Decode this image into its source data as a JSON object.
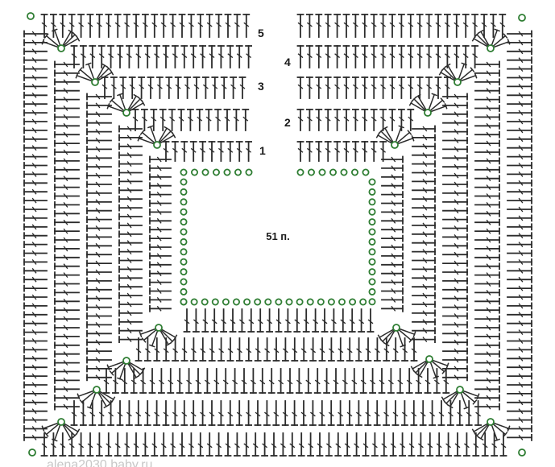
{
  "diagram": {
    "center_label": "51 п.",
    "row_labels": [
      {
        "text": "1",
        "color": "#c0392b"
      },
      {
        "text": "2",
        "color": "#1a1a1a"
      },
      {
        "text": "3",
        "color": "#1a1a1a"
      },
      {
        "text": "4",
        "color": "#1a1a1a"
      },
      {
        "text": "5",
        "color": "#1a1a1a"
      }
    ],
    "watermark": "alena2030.baby.ru",
    "colors": {
      "stitch": "#2b2b2b",
      "chain_stroke": "#2e7d32",
      "chain_fill": "#ffffff",
      "background": "#ffffff"
    },
    "symbols": {
      "chain": "circle",
      "double_crochet": "cross-bar-t"
    }
  }
}
